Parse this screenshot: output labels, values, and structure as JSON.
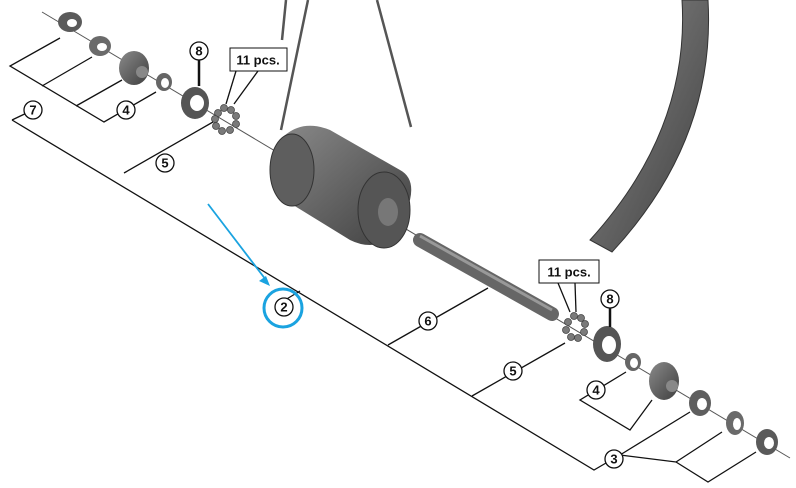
{
  "diagram": {
    "callouts": {
      "c7": "7",
      "c4_left": "4",
      "c8_left": "8",
      "c5_left": "5",
      "c2": "2",
      "c6": "6",
      "c5_right": "5",
      "c8_right": "8",
      "c4_right": "4",
      "c3": "3"
    },
    "notes": {
      "balls_left": "11 pcs.",
      "balls_right": "11 pcs."
    },
    "colors": {
      "highlight": "#1aa3e0",
      "part_dark": "#4a4a4a",
      "part_mid": "#6b6b6b"
    }
  }
}
